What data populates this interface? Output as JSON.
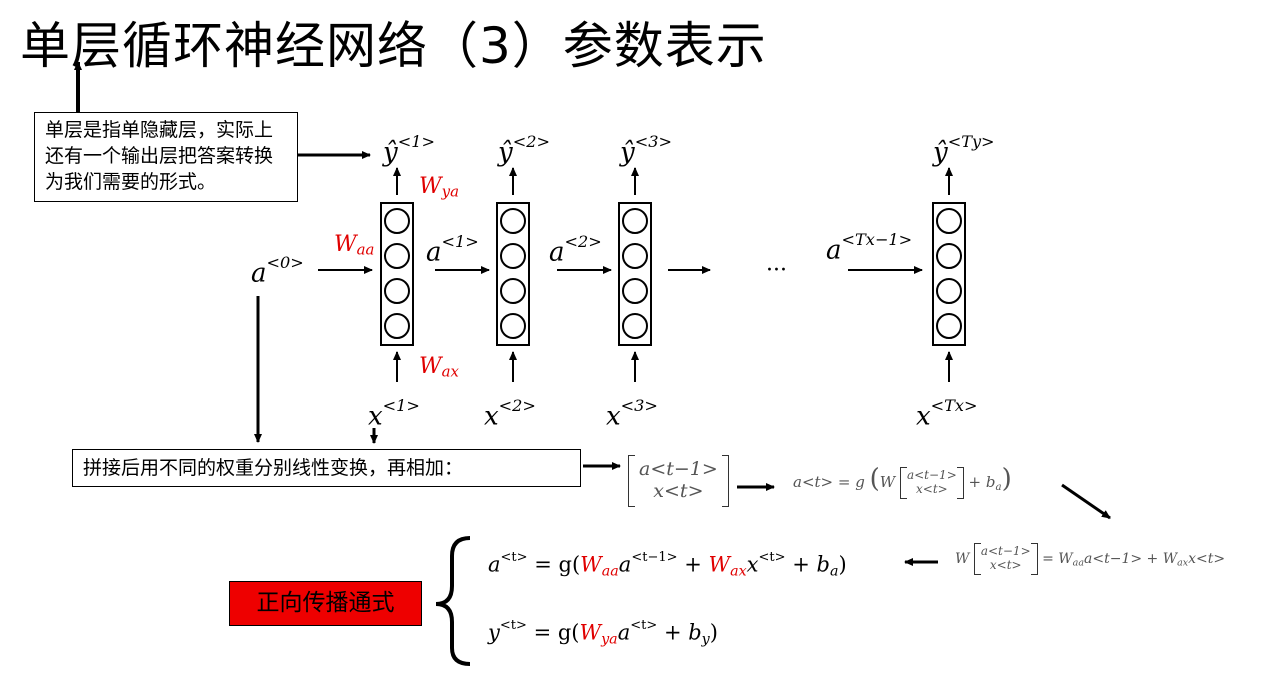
{
  "title": "单层循环神经网络（3）参数表示",
  "note_box": "单层是指单隐藏层，实际上还有一个输出层把答案转换为我们需要的形式。",
  "concat_box": "拼接后用不同的权重分别线性变换，再相加：",
  "forward_label": "正向传播通式",
  "ellipsis": "···",
  "nodes": [
    {
      "y_hat": "ŷ",
      "y_sup": "<1>",
      "x": "x",
      "x_sup": "<1>"
    },
    {
      "y_hat": "ŷ",
      "y_sup": "<2>",
      "x": "x",
      "x_sup": "<2>"
    },
    {
      "y_hat": "ŷ",
      "y_sup": "<3>",
      "x": "x",
      "x_sup": "<3>"
    },
    {
      "y_hat": "ŷ",
      "y_sup": "<Ty>",
      "x": "x",
      "x_sup": "<Tx>"
    }
  ],
  "activations": [
    {
      "a": "a",
      "sup": "<0>"
    },
    {
      "a": "a",
      "sup": "<1>"
    },
    {
      "a": "a",
      "sup": "<2>"
    },
    {
      "a": "a",
      "sup": "<Tx−1>"
    }
  ],
  "weights": {
    "Wya": "W",
    "Wya_sub": "ya",
    "Waa": "W",
    "Waa_sub": "aa",
    "Wax": "W",
    "Wax_sub": "ax"
  },
  "matrix": {
    "top": "a<t−1>",
    "bottom": "x<t>"
  },
  "eq_small_1": {
    "lhs": "a<t> = g",
    "W": "W",
    "bias": "+ b",
    "bias_sub": "a"
  },
  "eq_small_2": {
    "W": "W",
    "rhs": "= W",
    "rhs_sub1": "aa",
    "mid": "a<t−1> + W",
    "rhs_sub2": "ax",
    "end": "x<t>"
  },
  "eq1": {
    "lhs": "a",
    "lhs_sup": "<t>",
    "eq": " = g(",
    "w1": "W",
    "w1_sub": "aa",
    "t1": "a",
    "t1_sup": "<t−1>",
    "plus": " + ",
    "w2": "W",
    "w2_sub": "ax",
    "t2": "x",
    "t2_sup": "<t>",
    "b": " + b",
    "b_sub": "a",
    "close": ")"
  },
  "eq2": {
    "lhs": "y",
    "lhs_sup": "<t>",
    "eq": " = g(",
    "w1": "W",
    "w1_sub": "ya",
    "t1": "a",
    "t1_sup": "<t>",
    "b": " + b",
    "b_sub": "y",
    "close": ")"
  }
}
